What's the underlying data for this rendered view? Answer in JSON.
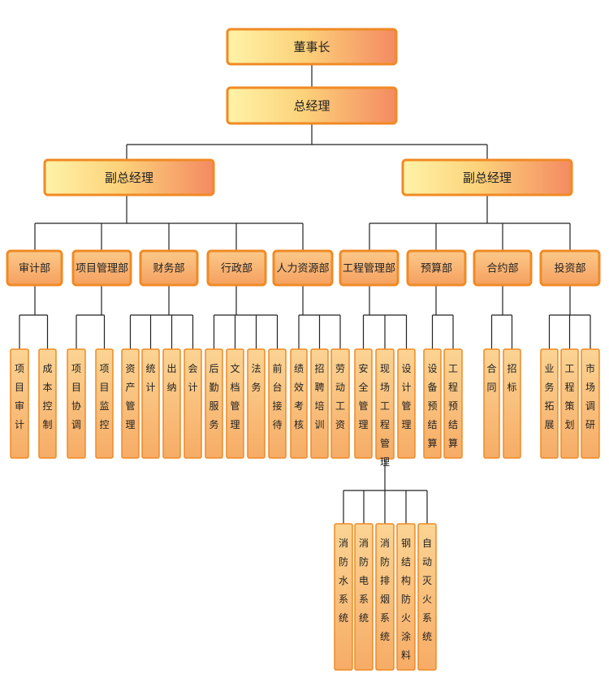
{
  "colors": {
    "line": "#222222",
    "box_border": "#f08a24",
    "grad_light": "#fff3a8",
    "grad_mid": "#fbc66a",
    "grad_dark": "#f48a62",
    "dept_fill_top": "#f9c27a",
    "dept_fill_bottom": "#f6a35c",
    "leaf_fill_top": "#fbd08a",
    "leaf_fill_bottom": "#f7b064",
    "text": "#222222"
  },
  "chairman": "董事长",
  "general_manager": "总经理",
  "vp_left": "副总经理",
  "vp_right": "副总经理",
  "departments": [
    {
      "id": "audit",
      "name": "审计部",
      "units": [
        "项目审计",
        "成本控制"
      ]
    },
    {
      "id": "pm",
      "name": "项目管理部",
      "units": [
        "项目协调",
        "项目监控"
      ]
    },
    {
      "id": "finance",
      "name": "财务部",
      "units": [
        "资产管理",
        "统计",
        "出纳",
        "会计"
      ]
    },
    {
      "id": "admin",
      "name": "行政部",
      "units": [
        "后勤服务",
        "文档管理",
        "法务",
        "前台接待"
      ]
    },
    {
      "id": "hr",
      "name": "人力资源部",
      "units": [
        "绩效考核",
        "招聘培训",
        "劳动工资"
      ]
    },
    {
      "id": "eng",
      "name": "工程管理部",
      "units": [
        "安全管理",
        "现场工程管理",
        "设计管理"
      ]
    },
    {
      "id": "budget",
      "name": "预算部",
      "units": [
        "设备预结算",
        "工程预结算"
      ]
    },
    {
      "id": "contract",
      "name": "合约部",
      "units": [
        "合同",
        "招标"
      ]
    },
    {
      "id": "invest",
      "name": "投资部",
      "units": [
        "业务拓展",
        "工程策划",
        "市场调研"
      ]
    }
  ],
  "site_engineering_units": [
    "消防水系统",
    "消防电系统",
    "消防排烟系统",
    "钢结构防火涂料",
    "自动灭火系统"
  ]
}
